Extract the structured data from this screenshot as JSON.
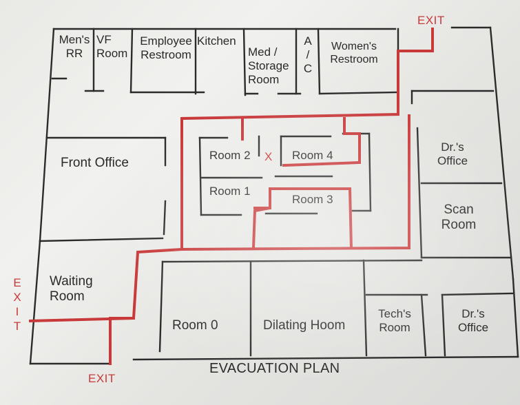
{
  "title": "EVACUATION PLAN",
  "you_are_here": "X",
  "exits": {
    "top": "EXIT",
    "left": "EXIT",
    "bottom": "EXIT"
  },
  "rooms": {
    "mens_rr": "Men's\nRR",
    "vf_room": "VF\nRoom",
    "employee_restroom": "Employee\nRestroom",
    "kitchen": "Kitchen",
    "med_storage": "Med /\nStorage\nRoom",
    "ac": "A\n/\nC",
    "womens_restroom": "Women's\nRestroom",
    "front_office": "Front Office",
    "room_2": "Room 2",
    "room_4": "Room 4",
    "room_1": "Room 1",
    "room_3": "Room 3",
    "drs_office_top": "Dr.'s\nOffice",
    "scan_room": "Scan\nRoom",
    "waiting_room": "Waiting\nRoom",
    "room_0": "Room 0",
    "dilating_room": "Dilating Hoom",
    "techs_room": "Tech's\nRoom",
    "drs_office_bottom": "Dr.'s\nOffice"
  },
  "colors": {
    "route": "#c8393a",
    "walls": "#2b2b2b"
  }
}
